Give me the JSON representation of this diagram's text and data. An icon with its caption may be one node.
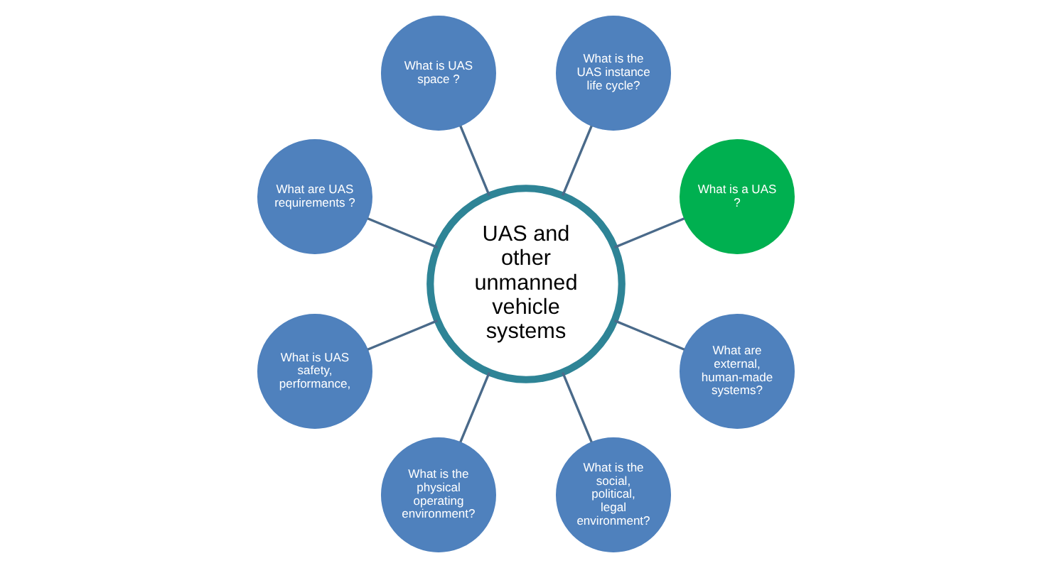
{
  "diagram": {
    "nodes": [
      {
        "text": [
          "UAS and other unmanned vehicle systems"
        ]
      },
      {
        "text": [
          "What is a UAS ?"
        ]
      },
      {
        "text": [
          "What is the UAS instance life cycle?"
        ]
      },
      {
        "text": [
          "What is UAS space ?"
        ]
      },
      {
        "text": [
          "What are UAS requirements ?"
        ]
      },
      {
        "text": [
          "What is UAS safety, performance,"
        ]
      },
      {
        "text": [
          "What is the physical operating environment?"
        ]
      },
      {
        "text": [
          "What is the social, political, legal environment?"
        ]
      },
      {
        "text": [
          "What are external, human-made systems?"
        ]
      }
    ],
    "edges": [
      {
        "from": 0,
        "to": 1,
        "arrow": "none"
      },
      {
        "from": 0,
        "to": 2,
        "arrow": "none"
      },
      {
        "from": 0,
        "to": 3,
        "arrow": "none"
      },
      {
        "from": 0,
        "to": 4,
        "arrow": "none"
      },
      {
        "from": 0,
        "to": 5,
        "arrow": "none"
      },
      {
        "from": 0,
        "to": 6,
        "arrow": "none"
      },
      {
        "from": 0,
        "to": 7,
        "arrow": "none"
      },
      {
        "from": 0,
        "to": 8,
        "arrow": "none"
      }
    ]
  }
}
